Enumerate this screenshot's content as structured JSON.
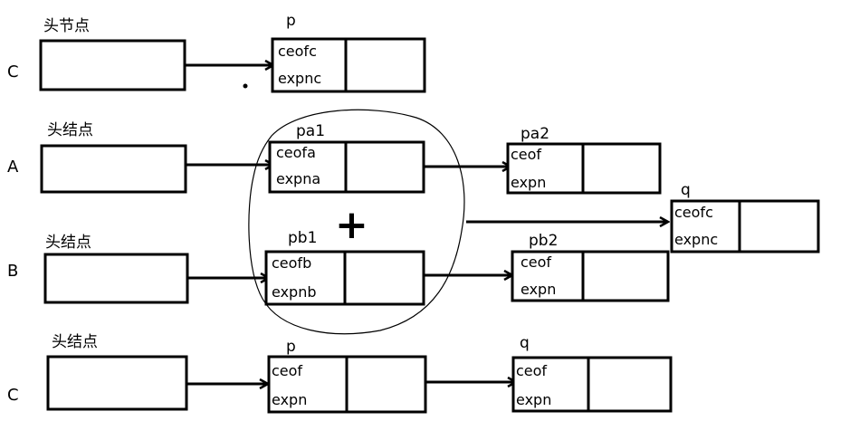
{
  "rows": [
    {
      "letter": "C",
      "head_label": "头节点",
      "nodes": [
        {
          "pointer": "p",
          "field1": "ceofc",
          "field2": "expnc"
        }
      ]
    },
    {
      "letter": "A",
      "head_label": "头结点",
      "nodes": [
        {
          "pointer": "pa1",
          "field1": "ceofa",
          "field2": "expna"
        },
        {
          "pointer": "pa2",
          "field1": "ceof",
          "field2": "expn"
        }
      ]
    },
    {
      "letter": "B",
      "head_label": "头结点",
      "nodes": [
        {
          "pointer": "pb1",
          "field1": "ceofb",
          "field2": "expnb"
        },
        {
          "pointer": "pb2",
          "field1": "ceof",
          "field2": "expn"
        }
      ]
    },
    {
      "letter": "C",
      "head_label": "头结点",
      "nodes": [
        {
          "pointer": "p",
          "field1": "ceof",
          "field2": "expn"
        },
        {
          "pointer": "q",
          "field1": "ceof",
          "field2": "expn"
        }
      ]
    }
  ],
  "result_node": {
    "pointer": "q",
    "field1": "ceofc",
    "field2": "expnc"
  },
  "plus_symbol": "+"
}
